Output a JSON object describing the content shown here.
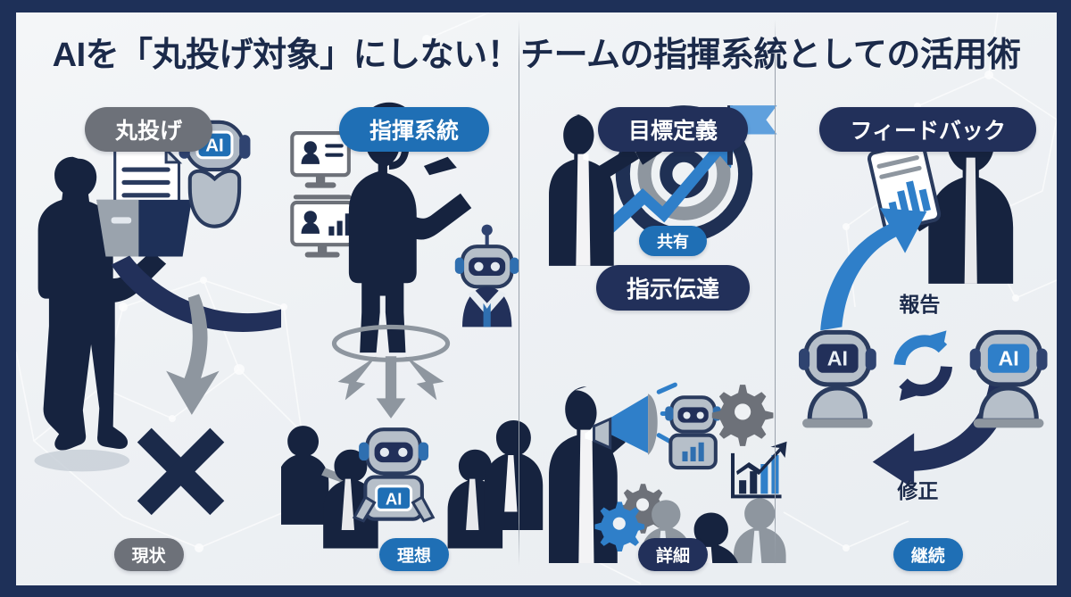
{
  "theme": {
    "frame_color": "#1e3058",
    "canvas_bg": "#eef1f4",
    "gray": "#6d7179",
    "blue": "#1f6fb5",
    "navy": "#22305a",
    "ink": "#1b2a4a"
  },
  "title": "AIを「丸投げ対象」にしない！チームの指揮系統としての活用術",
  "columns": [
    {
      "id": "marunage",
      "header": {
        "label": "丸投げ",
        "color": "#6d7179"
      },
      "footer": {
        "label": "現状",
        "color": "#6d7179"
      },
      "icons": [
        "businessman-silhouette",
        "document-box",
        "ai-robot-head",
        "curved-navy-arrow",
        "gray-down-arrow",
        "x-mark"
      ]
    },
    {
      "id": "shiki-keito",
      "header": {
        "label": "指揮系統",
        "color": "#1f6fb5"
      },
      "footer": {
        "label": "理想",
        "color": "#1f6fb5"
      },
      "icons": [
        "leader-with-headset",
        "monitor-profile-icon",
        "monitor-chart-icon",
        "robot-assistant",
        "team-members",
        "ai-robot",
        "distribution-arrows"
      ]
    },
    {
      "id": "mokuhyou-teigi",
      "header": {
        "label": "目標定義",
        "color": "#22305a"
      },
      "footer": {
        "label": "詳細",
        "color": "#22305a"
      },
      "badges": [
        {
          "label": "共有",
          "color": "#1f6fb5",
          "size": "small"
        },
        {
          "label": "指示伝達",
          "color": "#22305a",
          "size": "large"
        }
      ],
      "icons": [
        "businessman-pointing",
        "target-bullseye",
        "growth-arrow",
        "flag",
        "megaphone-businessman",
        "robot-chart",
        "gear-icon",
        "bar-chart-icon",
        "team-group"
      ]
    },
    {
      "id": "feedback",
      "header": {
        "label": "フィードバック",
        "color": "#22305a"
      },
      "footer": {
        "label": "継続",
        "color": "#1f6fb5"
      },
      "labels": [
        {
          "text": "報告",
          "position": "upper"
        },
        {
          "text": "修正",
          "position": "lower"
        }
      ],
      "icons": [
        "ai-robot-left",
        "ai-robot-right",
        "businessman-tablet",
        "refresh-cycle-icon",
        "blue-up-arrow",
        "navy-down-arrow"
      ]
    }
  ],
  "ai_badge_text": "AI"
}
